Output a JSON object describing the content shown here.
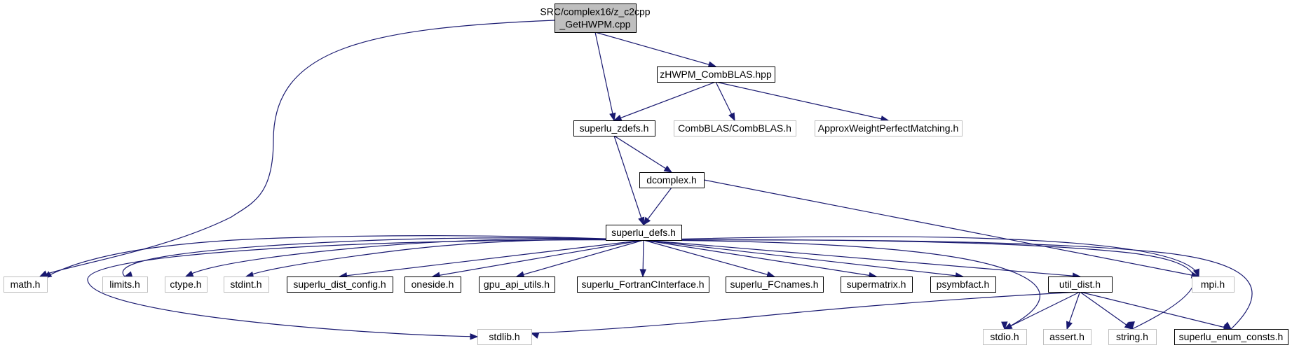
{
  "diagram": {
    "type": "include-dependency-graph",
    "colors": {
      "edge": "#191970",
      "root_fill": "#bfbfbf",
      "documented_border": "#000000",
      "external_border": "#bfbfbf"
    },
    "nodes": [
      {
        "id": "root",
        "kind": "root",
        "lines": [
          "SRC/complex16/z_c2cpp",
          "_GetHWPM.cpp"
        ]
      },
      {
        "id": "zhwpm",
        "kind": "doc",
        "lines": [
          "zHWPM_CombBLAS.hpp"
        ]
      },
      {
        "id": "szdefs",
        "kind": "doc",
        "lines": [
          "superlu_zdefs.h"
        ]
      },
      {
        "id": "combblas",
        "kind": "ext",
        "lines": [
          "CombBLAS/CombBLAS.h"
        ]
      },
      {
        "id": "approx",
        "kind": "ext",
        "lines": [
          "ApproxWeightPerfectMatching.h"
        ]
      },
      {
        "id": "dcomplex",
        "kind": "doc",
        "lines": [
          "dcomplex.h"
        ]
      },
      {
        "id": "sdefs",
        "kind": "doc",
        "lines": [
          "superlu_defs.h"
        ]
      },
      {
        "id": "math",
        "kind": "ext",
        "lines": [
          "math.h"
        ]
      },
      {
        "id": "limits",
        "kind": "ext",
        "lines": [
          "limits.h"
        ]
      },
      {
        "id": "ctype",
        "kind": "ext",
        "lines": [
          "ctype.h"
        ]
      },
      {
        "id": "stdint",
        "kind": "ext",
        "lines": [
          "stdint.h"
        ]
      },
      {
        "id": "distconfig",
        "kind": "doc",
        "lines": [
          "superlu_dist_config.h"
        ]
      },
      {
        "id": "oneside",
        "kind": "doc",
        "lines": [
          "oneside.h"
        ]
      },
      {
        "id": "gpu",
        "kind": "doc",
        "lines": [
          "gpu_api_utils.h"
        ]
      },
      {
        "id": "fortran",
        "kind": "doc",
        "lines": [
          "superlu_FortranCInterface.h"
        ]
      },
      {
        "id": "fcnames",
        "kind": "doc",
        "lines": [
          "superlu_FCnames.h"
        ]
      },
      {
        "id": "supermatrix",
        "kind": "doc",
        "lines": [
          "supermatrix.h"
        ]
      },
      {
        "id": "psymbfact",
        "kind": "doc",
        "lines": [
          "psymbfact.h"
        ]
      },
      {
        "id": "utildist",
        "kind": "doc",
        "lines": [
          "util_dist.h"
        ]
      },
      {
        "id": "mpi",
        "kind": "ext",
        "lines": [
          "mpi.h"
        ]
      },
      {
        "id": "stdlib",
        "kind": "ext",
        "lines": [
          "stdlib.h"
        ]
      },
      {
        "id": "stdio",
        "kind": "ext",
        "lines": [
          "stdio.h"
        ]
      },
      {
        "id": "assert",
        "kind": "ext",
        "lines": [
          "assert.h"
        ]
      },
      {
        "id": "string",
        "kind": "ext",
        "lines": [
          "string.h"
        ]
      },
      {
        "id": "enumconsts",
        "kind": "doc",
        "lines": [
          "superlu_enum_consts.h"
        ]
      }
    ],
    "edges": [
      {
        "from": "root",
        "to": "math"
      },
      {
        "from": "root",
        "to": "szdefs"
      },
      {
        "from": "root",
        "to": "zhwpm"
      },
      {
        "from": "zhwpm",
        "to": "szdefs"
      },
      {
        "from": "zhwpm",
        "to": "combblas"
      },
      {
        "from": "zhwpm",
        "to": "approx"
      },
      {
        "from": "szdefs",
        "to": "sdefs"
      },
      {
        "from": "szdefs",
        "to": "dcomplex"
      },
      {
        "from": "dcomplex",
        "to": "sdefs"
      },
      {
        "from": "dcomplex",
        "to": "mpi"
      },
      {
        "from": "sdefs",
        "to": "math"
      },
      {
        "from": "sdefs",
        "to": "limits"
      },
      {
        "from": "sdefs",
        "to": "ctype"
      },
      {
        "from": "sdefs",
        "to": "stdint"
      },
      {
        "from": "sdefs",
        "to": "distconfig"
      },
      {
        "from": "sdefs",
        "to": "oneside"
      },
      {
        "from": "sdefs",
        "to": "gpu"
      },
      {
        "from": "sdefs",
        "to": "fortran"
      },
      {
        "from": "sdefs",
        "to": "fcnames"
      },
      {
        "from": "sdefs",
        "to": "supermatrix"
      },
      {
        "from": "sdefs",
        "to": "psymbfact"
      },
      {
        "from": "sdefs",
        "to": "utildist"
      },
      {
        "from": "sdefs",
        "to": "mpi"
      },
      {
        "from": "sdefs",
        "to": "stdlib"
      },
      {
        "from": "sdefs",
        "to": "stdio"
      },
      {
        "from": "sdefs",
        "to": "string"
      },
      {
        "from": "sdefs",
        "to": "enumconsts"
      },
      {
        "from": "utildist",
        "to": "stdlib"
      },
      {
        "from": "utildist",
        "to": "stdio"
      },
      {
        "from": "utildist",
        "to": "assert"
      },
      {
        "from": "utildist",
        "to": "string"
      },
      {
        "from": "utildist",
        "to": "enumconsts"
      }
    ]
  }
}
